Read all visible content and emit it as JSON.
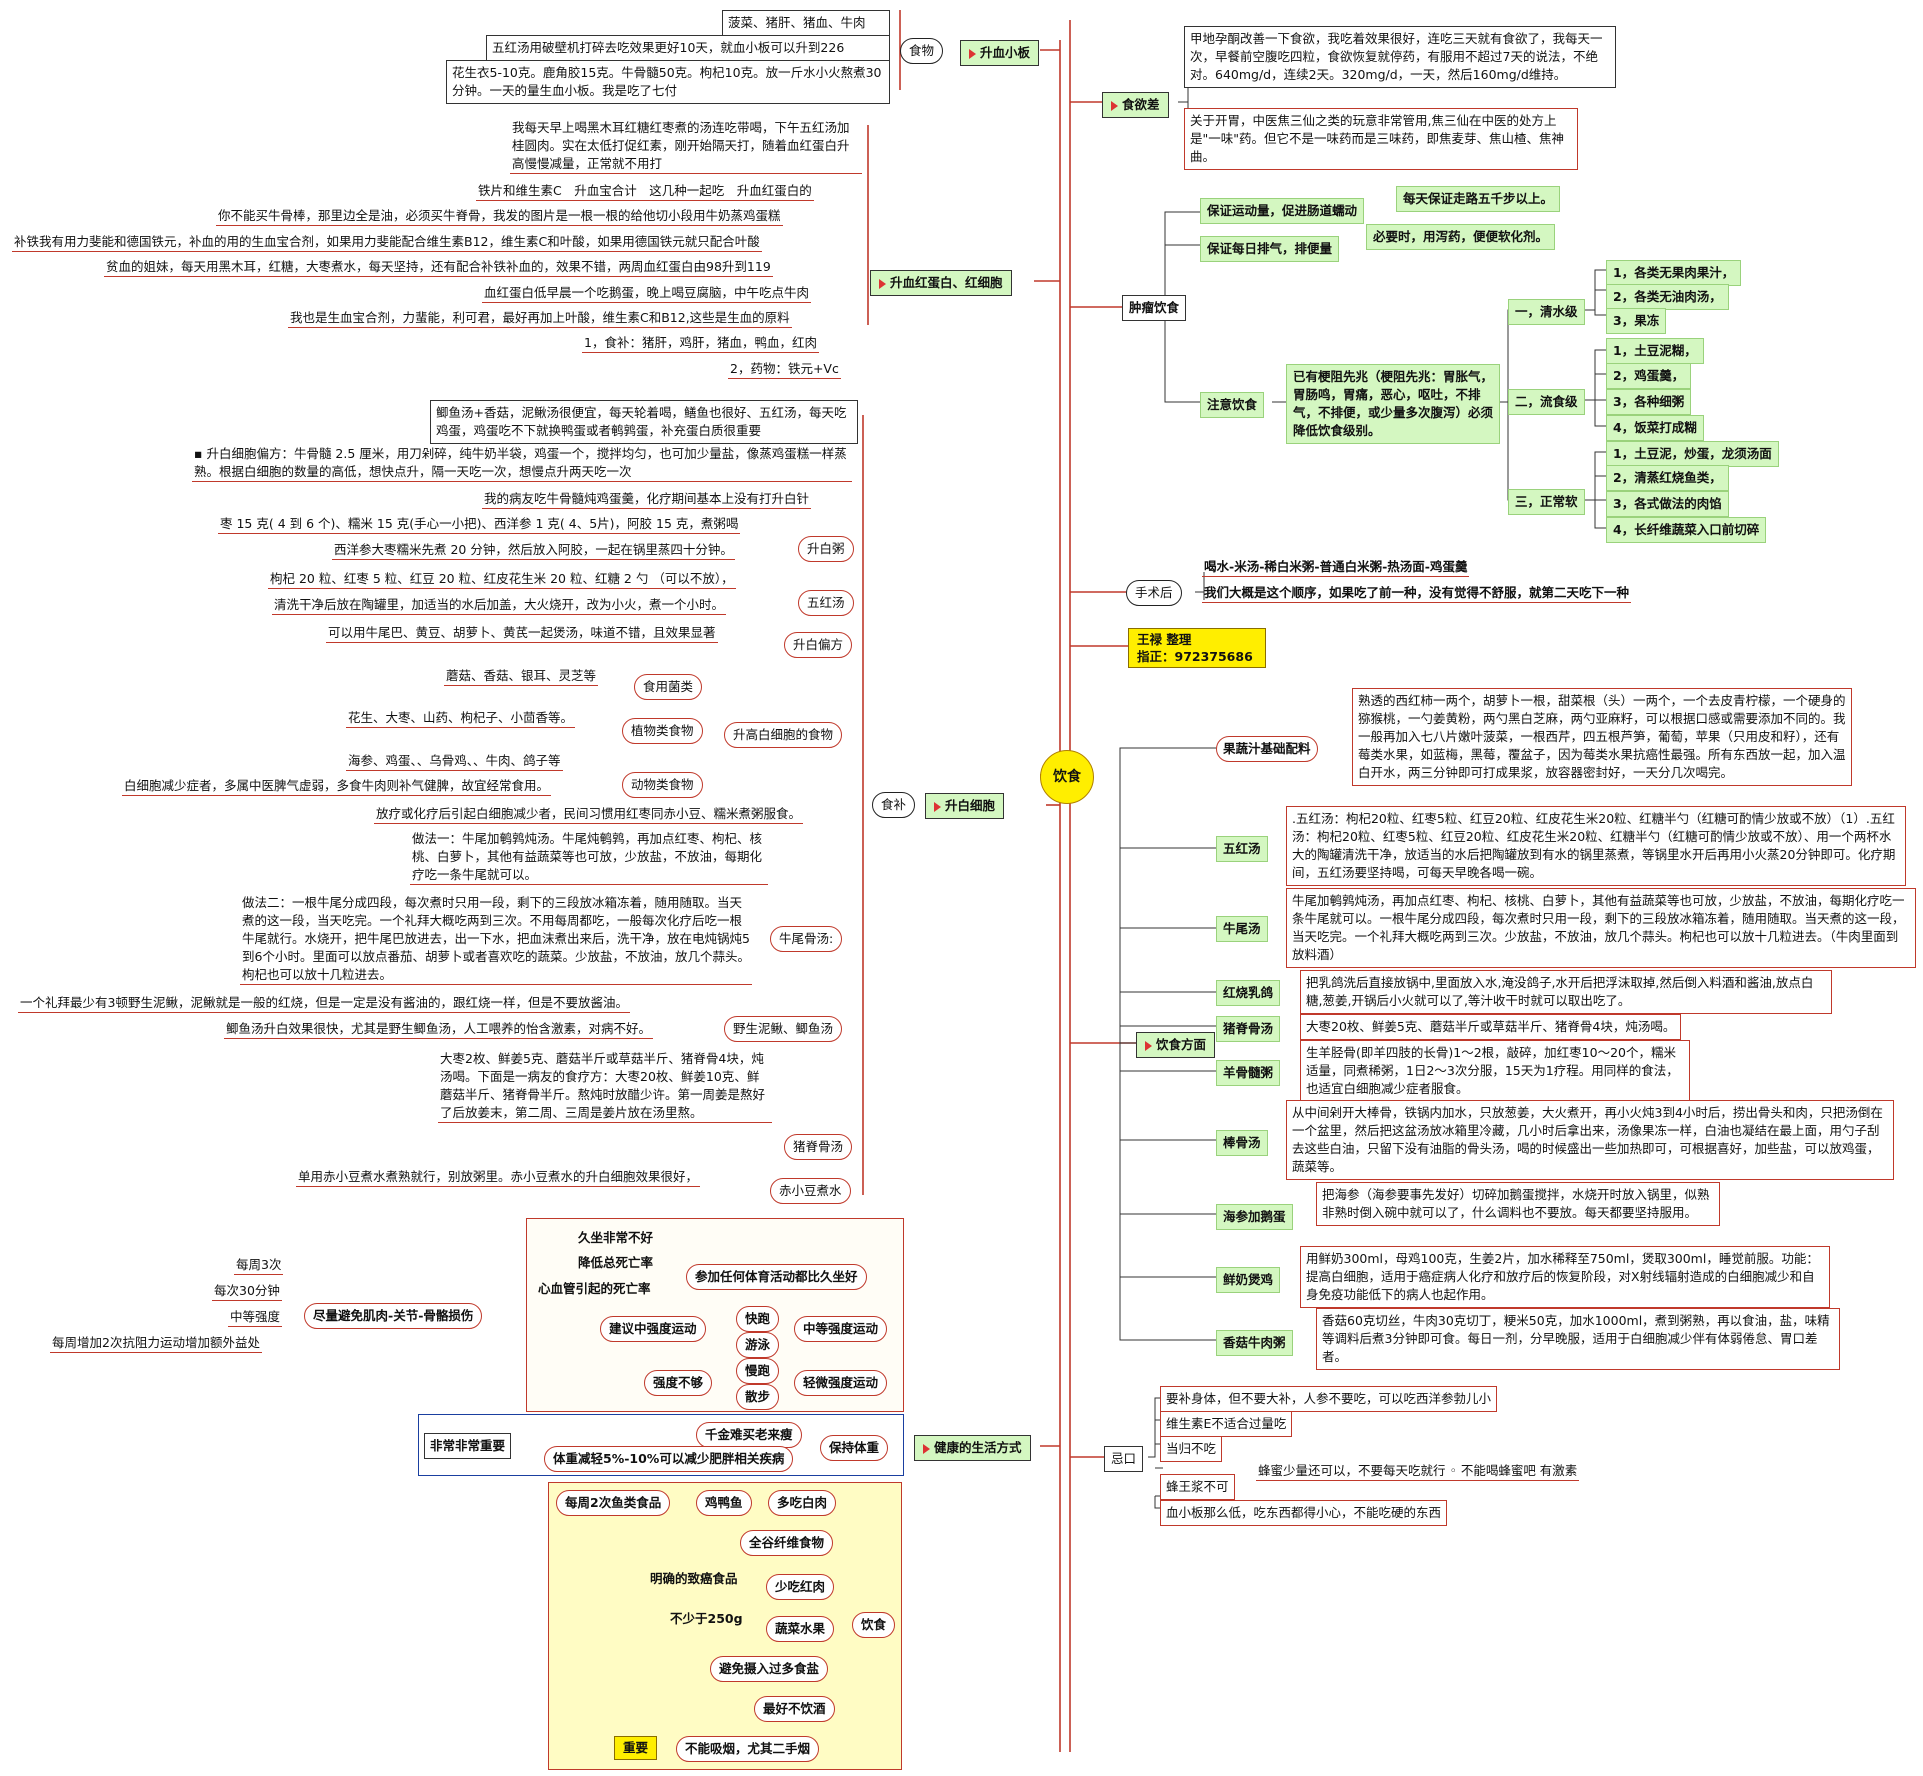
{
  "center": "饮食",
  "contact": {
    "line1": "王禄  整理",
    "line2": "指正：972375686"
  },
  "colors": {
    "accent": "#c0392b",
    "green_tag": "#d4f7c1",
    "yellow": "#ffee00",
    "blue_frame": "#1a3fa0"
  },
  "platelet": {
    "title": "升血小板",
    "food_label": "食物",
    "items": [
      "菠菜、猪肝、猪血、牛肉",
      "五红汤用破壁机打碎去吃效果更好10天，就血小板可以升到226",
      "花生衣5-10克。鹿角胶15克。牛骨髓50克。枸杞10克。放一斤水小火熬煮30分钟。一天的量生血小板。我是吃了七付"
    ]
  },
  "redcell": {
    "title": "升血红蛋白、红细胞",
    "items": [
      "我每天早上喝黑木耳红糖红枣煮的汤连吃带喝，下午五红汤加桂圆肉。实在太低打促红素，刚开始隔天打，随着血红蛋白升高慢慢减量，正常就不用打",
      "铁片和维生素C　升血宝合计　这几种一起吃　升血红蛋白的",
      "你不能买牛骨棒，那里边全是油，必须买牛脊骨，我发的图片是一根一根的给他切小段用牛奶蒸鸡蛋糕",
      "补铁我有用力斐能和德国铁元，补血的用的生血宝合剂，如果用力斐能配合维生素B12，维生素C和叶酸，如果用德国铁元就只配合叶酸",
      "贫血的姐妹，每天用黑木耳，红糖，大枣煮水，每天坚持，还有配合补铁补血的，效果不错，两周血红蛋白由98升到119",
      "血红蛋白低早晨一个吃鹅蛋，晚上喝豆腐脑，中午吃点牛肉",
      "我也是生血宝合剂，力蜚能，利可君，最好再加上叶酸，维生素C和B12,这些是生血的原料",
      "1，食补：猪肝，鸡肝，猪血，鸭血，红肉",
      "2，药物：铁元+Vc"
    ]
  },
  "whitecell": {
    "title": "升白细胞",
    "food_label": "食补",
    "box_top": "鲫鱼汤+香菇，泥鳅汤很便宜，每天轮着喝，鳝鱼也很好、五红汤，每天吃鸡蛋，鸡蛋吃不下就换鸭蛋或者鹌鹑蛋，补充蛋白质很重要",
    "bullet": "▪ 升白细胞偏方：牛骨髓 2.5 厘米，用刀剁碎，纯牛奶半袋，鸡蛋一个，搅拌均匀，也可加少量盐，像蒸鸡蛋糕一样蒸熟。根据白细胞的数量的高低，想快点升，隔一天吃一次，想慢点升两天吃一次",
    "patient": "我的病友吃牛骨髓炖鸡蛋羹，化疗期间基本上没有打升白针",
    "congee": {
      "label": "升白粥",
      "items": [
        "枣 15 克( 4 到 6 个)、糯米 15 克(手心一小把)、西洋参 1 克( 4、5片)，阿胶 15 克，煮粥喝",
        "西洋参大枣糯米先煮 20 分钟，然后放入阿胶，一起在锅里蒸四十分钟。"
      ]
    },
    "wuhong": {
      "label": "五红汤",
      "items": [
        "枸杞 20 粒、红枣 5 粒、红豆 20 粒、红皮花生米 20 粒、红糖 2 勺 （可以不放），",
        "清洗干净后放在陶罐里，加适当的水后加盖，大火烧开，改为小火，煮一个小时。"
      ]
    },
    "pianfang": {
      "label": "升白偏方",
      "text": "可以用牛尾巴、黄豆、胡萝卜、黄芪一起煲汤，味道不错，且效果显著"
    },
    "foods_label": "升高白细胞的食物",
    "fungi": {
      "label": "食用菌类",
      "text": "蘑菇、香菇、银耳、灵芝等"
    },
    "plant": {
      "label": "植物类食物",
      "text": "花生、大枣、山药、枸杞子、小茴香等。"
    },
    "animal": {
      "label": "动物类食物",
      "items": [
        "海参、鸡蛋、、乌骨鸡、、牛肉、鸽子等",
        "白细胞减少症者，多属中医脾气虚弱，多食牛肉则补气健脾，故宜经常食用。"
      ]
    },
    "folk": "放疗或化疗后引起白细胞减少者，民间习惯用红枣同赤小豆、糯米煮粥服食。",
    "oxtail": {
      "label": "牛尾骨汤:",
      "method1": "做法一：牛尾加鹌鹑炖汤。牛尾炖鹌鹑，再加点红枣、枸杞、核桃、白萝卜，其他有益蔬菜等也可放，少放盐，不放油，每期化疗吃一条牛尾就可以。",
      "method2": "做法二：一根牛尾分成四段，每次煮时只用一段，剩下的三段放冰箱冻着，随用随取。当天煮的这一段，当天吃完。一个礼拜大概吃两到三次。不用每周都吃，一般每次化疗后吃一根牛尾就行。水烧开，把牛尾巴放进去，出一下水，把血沫煮出来后，洗干净，放在电炖锅炖5到6个小时。里面可以放点番茄、胡萝卜或者喜欢吃的蔬菜。少放盐，不放油，放几个蒜头。枸杞也可以放十几粒进去。"
    },
    "loach": {
      "label": "野生泥鳅、鲫鱼汤",
      "items": [
        "一个礼拜最少有3顿野生泥鳅，泥鳅就是一般的红烧，但是一定是没有酱油的，跟红烧一样，但是不要放酱油。",
        "鲫鱼汤升白效果很快，尤其是野生鲫鱼汤，人工喂养的怡含激素，对病不好。"
      ]
    },
    "spine": {
      "label": "猪脊骨汤",
      "text": "大枣2枚、鲜姜5克、蘑菇半斤或草菇半斤、猪脊骨4块，炖汤喝。下面是一病友的食疗方：大枣20枚、鲜姜10克、鲜蘑菇半斤、猪脊骨半斤。熬炖时放醋少许。第一周姜是熬好了后放姜末，第二周、三周是姜片放在汤里熬。"
    },
    "adzuki": {
      "label": "赤小豆煮水",
      "text": "单用赤小豆煮水煮熟就行，别放粥里。赤小豆煮水的升白细胞效果很好，"
    }
  },
  "exercise": {
    "root": "尽量避免肌肉-关节-骨骼损伤",
    "left": [
      "每周3次",
      "每次30分钟",
      "中等强度",
      "每周增加2次抗阻力运动增加额外益处"
    ],
    "benefits": [
      "久坐非常不好",
      "降低总死亡率",
      "心血管引起的死亡率"
    ],
    "any": "参加任何体育活动都比久坐好",
    "moderate_reco": "建议中强度运动",
    "moderate": [
      "快跑",
      "游泳"
    ],
    "moderate_label": "中等强度运动",
    "light_reco": "强度不够",
    "light": [
      "慢跑",
      "散步"
    ],
    "light_label": "轻微强度运动"
  },
  "lifestyle": {
    "title": "健康的生活方式",
    "weight": {
      "important": "非常非常重要",
      "a": "千金难买老来瘦",
      "b": "体重减轻5%-10%可以减少肥胖相关疾病",
      "label": "保持体重"
    },
    "diet_label": "饮食",
    "diet": [
      "每周2次鱼类食品",
      "鸡鸭鱼",
      "多吃白肉",
      "全谷纤维食物",
      "明确的致癌食品",
      "少吃红肉",
      "不少于250g",
      "蔬菜水果",
      "避免摄入过多食盐",
      "最好不饮酒",
      "重要",
      "不能吸烟，尤其二手烟"
    ]
  },
  "appetite": {
    "title": "食欲差",
    "items": [
      "甲地孕酮改善一下食欲，我吃着效果很好，连吃三天就有食欲了，我每天一次，早餐前空腹吃四粒，食欲恢复就停药，有服用不超过7天的说法，不绝对。640mg/d，连续2天。320mg/d，一天，然后160mg/d维持。",
      "关于开胃，中医焦三仙之类的玩意非常管用,焦三仙在中医的处方上是\"一味\"药。但它不是一味药而是三味药，即焦麦芽、焦山楂、焦神曲。"
    ]
  },
  "tumor": {
    "title": "肿瘤饮食",
    "rules": [
      {
        "label": "保证运动量，促进肠道蠕动",
        "value": "每天保证走路五千步以上。"
      },
      {
        "label": "保证每日排气，排便量",
        "value": "必要时，用泻药，便便软化剂。"
      }
    ],
    "notice": "注意饮食",
    "obstruction": "已有梗阻先兆（梗阻先兆：胃胀气，胃肠鸣，胃痛，恶心，呕吐，不排气，不排便，或少量多次腹泻）必须降低饮食级别。",
    "levels": [
      {
        "label": "一，清水级",
        "items": [
          "1，各类无果肉果汁，",
          "2，各类无油肉汤，",
          "3，果冻"
        ]
      },
      {
        "label": "二，流食级",
        "items": [
          "1，土豆泥糊，",
          "2，鸡蛋羹，",
          "3，各种细粥",
          "4，饭菜打成糊"
        ]
      },
      {
        "label": "三，正常软",
        "items": [
          "1，土豆泥，炒蛋，龙须汤面",
          "2，清蒸红烧鱼类，",
          "3，各式做法的肉馅",
          "4，长纤维蔬菜入口前切碎"
        ]
      }
    ]
  },
  "surgery": {
    "title": "手术后",
    "items": [
      "喝水-米汤-稀白米粥-普通白米粥-热汤面-鸡蛋羹",
      "我们大概是这个顺序，如果吃了前一种，没有觉得不舒服，就第二天吃下一种"
    ]
  },
  "recipes": {
    "title": "饮食方面",
    "list": [
      {
        "label": "果蔬汁基础配料",
        "text": "熟透的西红柿一两个，胡萝卜一根，甜菜根（头）一两个，一个去皮青柠檬，一个硬身的猕猴桃，一勺姜黄粉，两勺黑白芝麻，两勺亚麻籽，可以根据口感或需要添加不同的。我一般再加入七八片嫩叶菠菜，一根西芹，四五根芦笋，葡萄，苹果（只用皮和籽），还有莓类水果，如蓝梅，黑莓，覆盆子，因为莓类水果抗癌性最强。所有东西放一起，加入温白开水，两三分钟即可打成果浆，放容器密封好，一天分几次喝完。"
      },
      {
        "label": "五红汤",
        "text": ".五红汤：枸杞20粒、红枣5粒、红豆20粒、红皮花生米20粒、红糖半勺（红糖可酌情少放或不放）（1）.五红汤：枸杞20粒、红枣5粒、红豆20粒、红皮花生米20粒、红糖半勺（红糖可酌情少放或不放）、用一个两杯水大的陶罐清洗干净，放适当的水后把陶罐放到有水的锅里蒸煮，等锅里水开后再用小火蒸20分钟即可。化疗期间，五红汤要坚持喝，可每天早晚各喝一碗。"
      },
      {
        "label": "牛尾汤",
        "text": "牛尾加鹌鹑炖汤，再加点红枣、枸杞、核桃、白萝卜，其他有益蔬菜等也可放，少放盐，不放油，每期化疗吃一条牛尾就可以。一根牛尾分成四段，每次煮时只用一段，剩下的三段放冰箱冻着，随用随取。当天煮的这一段，当天吃完。一个礼拜大概吃两到三次。少放盐，不放油，放几个蒜头。枸杞也可以放十几粒进去。（牛肉里面到放料酒）"
      },
      {
        "label": "红烧乳鸽",
        "text": "把乳鸽洗后直接放锅中,里面放入水,淹没鸽子,水开后把浮沫取掉,然后倒入料酒和酱油,放点白糖,葱姜,开锅后小火就可以了,等汁收干时就可以取出吃了。"
      },
      {
        "label": "猪脊骨汤",
        "text": "大枣20枚、鲜姜5克、蘑菇半斤或草菇半斤、猪脊骨4块，炖汤喝。"
      },
      {
        "label": "羊骨髓粥",
        "text": "生羊胫骨(即羊四肢的长骨)1～2根，敲碎，加红枣10～20个，糯米适量，同煮稀粥，1日2～3次分服，15天为1疗程。用同样的食法，也适宜白细胞减少症者服食。"
      },
      {
        "label": "棒骨汤",
        "text": "从中间剁开大棒骨，铁锅内加水，只放葱姜，大火煮开，再小火炖3到4小时后，捞出骨头和肉，只把汤倒在一个盆里，然后把这盆汤放冰箱里冷藏，几小时后拿出来，汤像果冻一样，白油也凝结在最上面，用勺子刮去这些白油，只留下没有油脂的骨头汤，喝的时候盛出一些加热即可，可根据喜好，加些盐，可以放鸡蛋，蔬菜等。"
      },
      {
        "label": "海参加鹅蛋",
        "text": "把海参（海参要事先发好）切碎加鹅蛋搅拌，水烧开时放入锅里，似熟非熟时倒入碗中就可以了，什么调料也不要放。每天都要坚持服用。"
      },
      {
        "label": "鲜奶煲鸡",
        "text": "用鲜奶300ml，母鸡100克，生姜2片，加水稀释至750ml，煲取300ml，睡觉前服。功能：提高白细胞，适用于癌症病人化疗和放疗后的恢复阶段，对X射线辐射造成的白细胞减少和自身免疫功能低下的病人也起作用。"
      },
      {
        "label": "香菇牛肉粥",
        "text": "香菇60克切丝，牛肉30克切丁，粳米50克，加水1000ml，煮到粥熟，再以食油，盐，味精等调料后煮3分钟即可食。每日一剂，分早晚服，适用于白细胞减少伴有体弱倦怠、胃口差者。"
      }
    ]
  },
  "avoid": {
    "title": "忌口",
    "items": [
      "要补身体，但不要大补，人参不要吃，可以吃西洋参勃儿小",
      "维生素E不适合过量吃",
      "当归不吃",
      "蜂王浆不可",
      "血小板那么低，吃东西都得小心，不能吃硬的东西"
    ],
    "royal_note": "蜂蜜少量还可以，不要每天吃就行 ◦ 不能喝蜂蜜吧 有激素"
  }
}
